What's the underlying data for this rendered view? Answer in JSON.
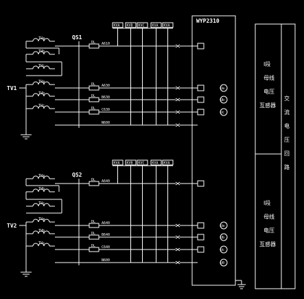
{
  "device": {
    "model": "WYP2310"
  },
  "side_panel": {
    "top_label": [
      "I段",
      "母线",
      "电压",
      "互感器"
    ],
    "bottom_label": [
      "I段",
      "母线",
      "电压",
      "互感器"
    ],
    "right_label": [
      "交",
      "流",
      "电",
      "压",
      "回",
      "路"
    ]
  },
  "groups": [
    {
      "pt_label": "TV1",
      "switch_label": "QS1",
      "fuse_label": "DL",
      "meters": [
        "KVA",
        "KVB",
        "KVC",
        "KVA",
        "KVA"
      ],
      "winding_labels": [
        "TVa",
        "TVb",
        "TVc",
        "TVa",
        "TVb",
        "TVc"
      ],
      "wires": [
        "A610",
        "A630",
        "B630",
        "C630",
        "N600"
      ],
      "terminal_marks": [
        "Ua",
        "Ub",
        "Uc"
      ]
    },
    {
      "pt_label": "TV2",
      "switch_label": "QS2",
      "fuse_label": "DL",
      "meters": [
        "KVA",
        "KVB",
        "KVC",
        "KVA",
        "KVA"
      ],
      "winding_labels": [
        "TVa",
        "TVb",
        "TVc",
        "TVa",
        "TVb",
        "TVc"
      ],
      "wires": [
        "A640",
        "A640",
        "B640",
        "C640",
        "N600"
      ],
      "terminal_marks": [
        "Ua",
        "Ub",
        "Uc",
        "U0"
      ]
    }
  ]
}
